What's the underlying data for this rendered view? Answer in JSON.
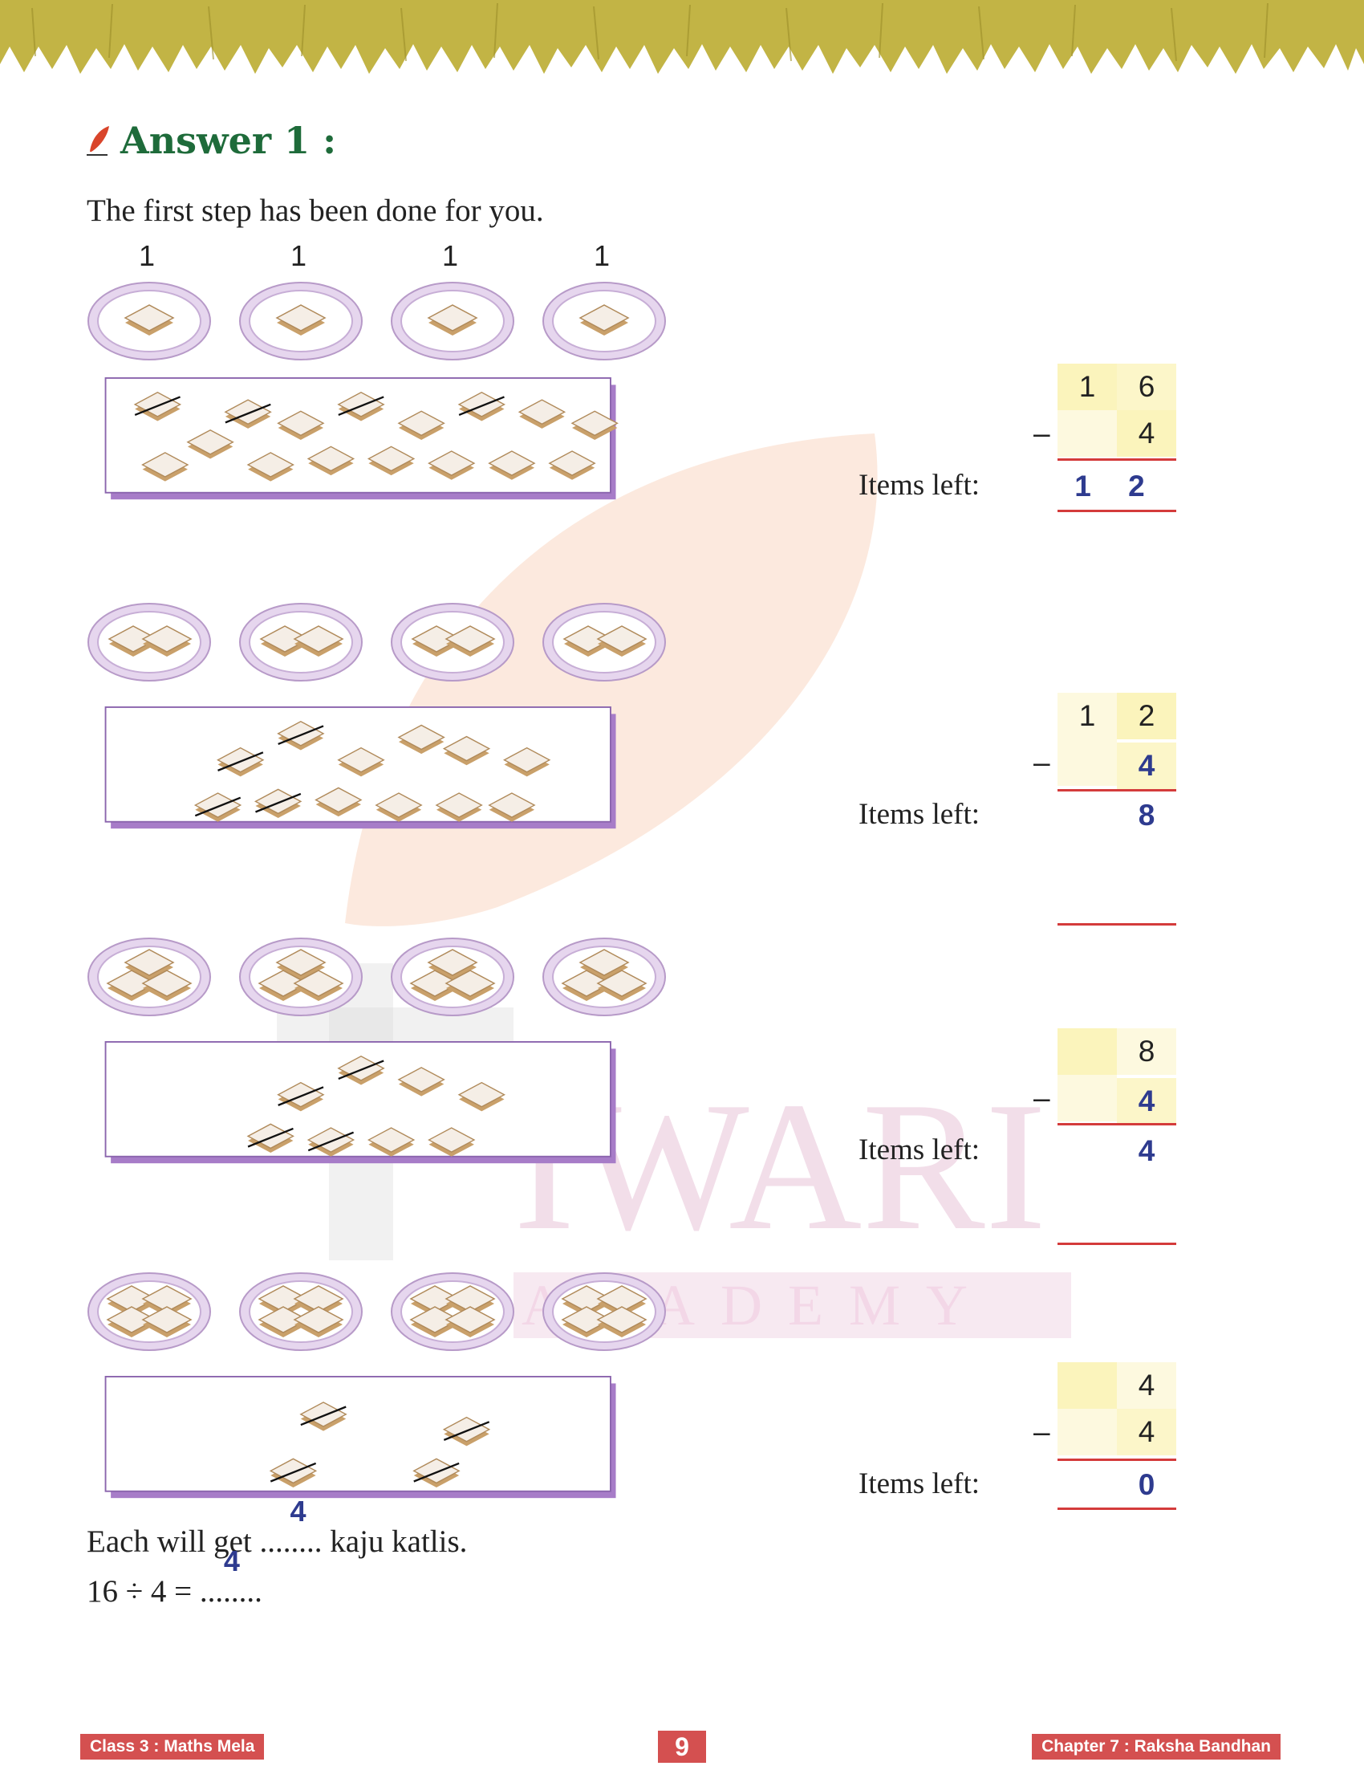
{
  "header": {
    "title": "Answer 1 :",
    "icon": "pen-icon"
  },
  "intro": "The first step has been done for you.",
  "plate_numbers": [
    "1",
    "1",
    "1",
    "1"
  ],
  "steps": [
    {
      "top": "1",
      "top2": "6",
      "sub": "4",
      "items_label": "Items left:",
      "result": "1 2",
      "katlis_per_plate": 1,
      "katlis_in_box": 16
    },
    {
      "top": "1",
      "top2": "2",
      "sub": "4",
      "items_label": "Items left:",
      "result": "8",
      "katlis_per_plate": 2,
      "katlis_in_box": 12
    },
    {
      "top": "",
      "top2": "8",
      "sub": "4",
      "items_label": "Items left:",
      "result": "4",
      "katlis_per_plate": 3,
      "katlis_in_box": 8
    },
    {
      "top": "",
      "top2": "4",
      "sub": "4",
      "items_label": "Items left:",
      "result": "0",
      "katlis_per_plate": 4,
      "katlis_in_box": 4
    }
  ],
  "minus_sign": "–",
  "conclusion": {
    "line1_before": "Each will get ",
    "line1_dots": "........",
    "line1_value": "4",
    "line1_after": " kaju katlis.",
    "line2_before": "16 ÷ 4 = ",
    "line2_dots": "........",
    "line2_value": "4"
  },
  "watermark": {
    "word1": "IWARI",
    "word2": "ACADEMY"
  },
  "footer": {
    "left": "Class 3 : Maths Mela",
    "page": "9",
    "right": "Chapter 7 : Raksha Bandhan"
  },
  "colors": {
    "heading": "#1e6b3a",
    "answer": "#2e3b8f",
    "accent_red": "#d43b3b",
    "banner": "#c2b445",
    "box_border": "#9b6fc0"
  }
}
